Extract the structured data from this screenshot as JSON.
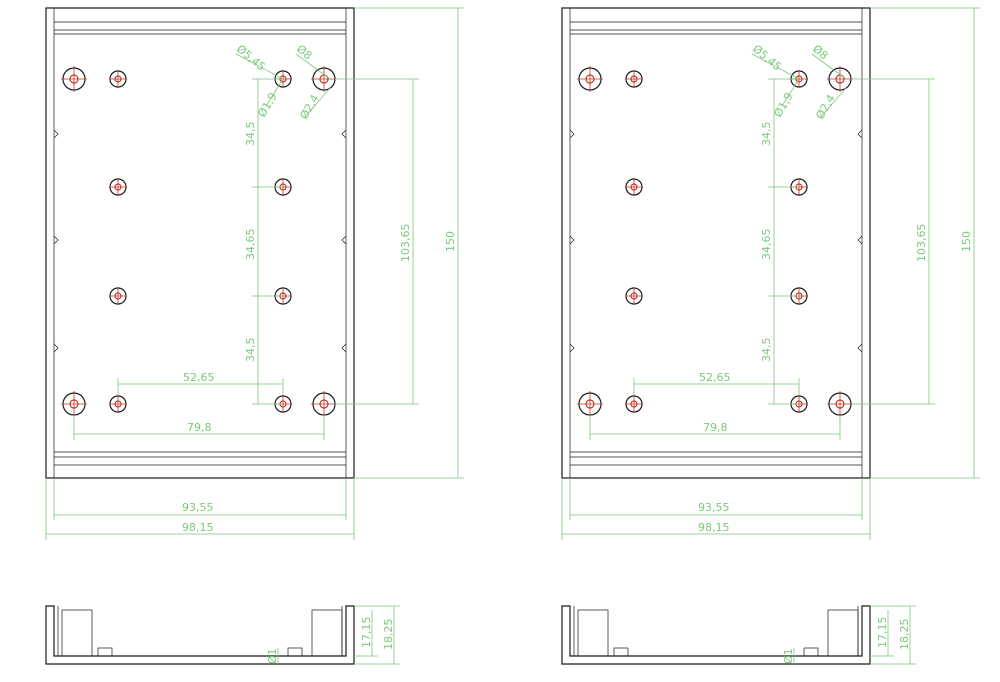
{
  "drawings": [
    {
      "id": "left",
      "labels": {
        "d_outer_boss": "Ø5,45",
        "d_top": "Ø8",
        "d_hole": "Ø1,9",
        "d_inner": "Ø2,4",
        "v_spacing_top": "34,5",
        "v_spacing_mid": "34,65",
        "v_spacing_bottom": "34,5",
        "boss_height": "103,65",
        "overall_height": "150",
        "h_inner_span": "52,65",
        "h_outer_span": "79,8",
        "inner_width": "93,55",
        "overall_width": "98,15",
        "side_h1": "17,15",
        "side_h2": "18,25",
        "side_small": "Ø1"
      }
    },
    {
      "id": "right",
      "labels": {
        "d_outer_boss": "Ø5,45",
        "d_top": "Ø8",
        "d_hole": "Ø1,9",
        "d_inner": "Ø2,4",
        "v_spacing_top": "34,5",
        "v_spacing_mid": "34,65",
        "v_spacing_bottom": "34,5",
        "boss_height": "103,65",
        "overall_height": "150",
        "h_inner_span": "52,65",
        "h_outer_span": "79,8",
        "inner_width": "93,55",
        "overall_width": "98,15",
        "side_h1": "17,15",
        "side_h2": "18,25",
        "side_small": "Ø1"
      }
    }
  ],
  "colors": {
    "outline": "#1a1a1a",
    "dimension": "#7cc97c",
    "hole_red": "#c0392b"
  }
}
